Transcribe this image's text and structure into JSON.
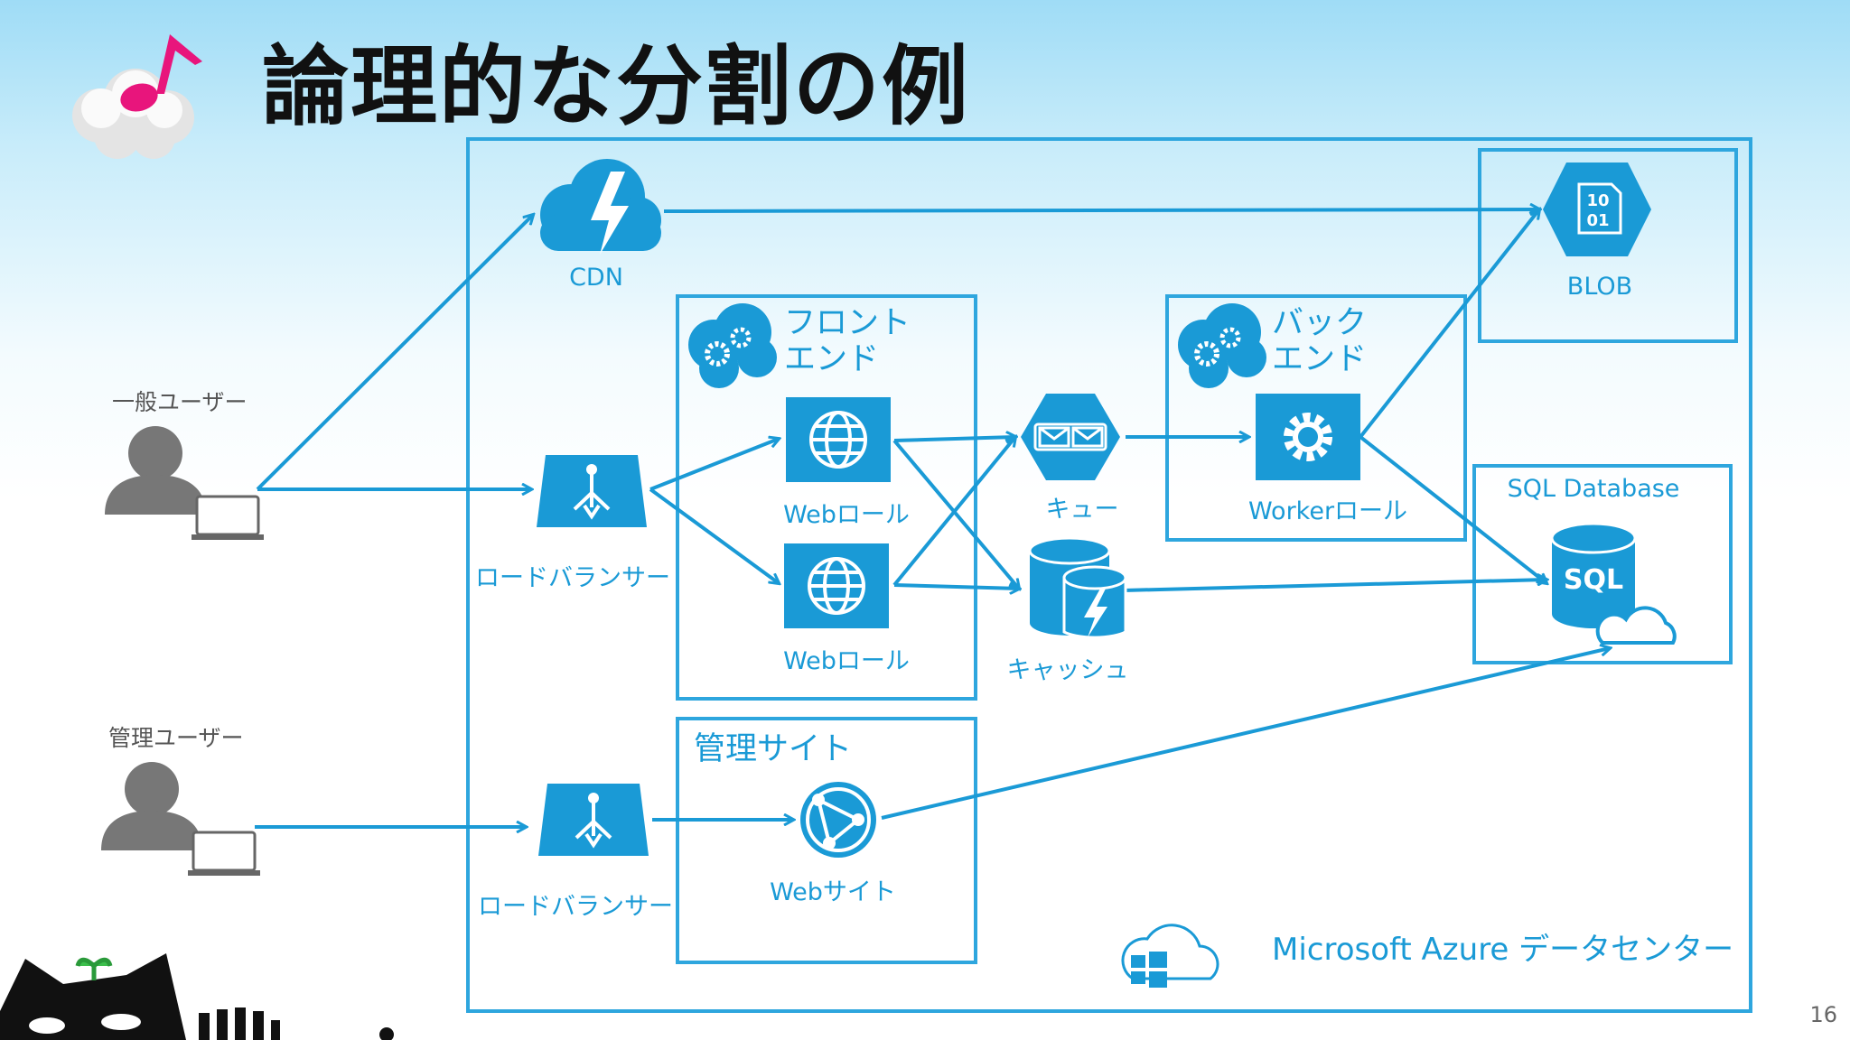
{
  "slide": {
    "title": "論理的な分割の例",
    "page_number": "16"
  },
  "users": {
    "general": "一般ユーザー",
    "admin": "管理ユーザー"
  },
  "nodes": {
    "cdn": "CDN",
    "lb_top": "ロードバランサー",
    "lb_bottom": "ロードバランサー",
    "web_role_1": "Webロール",
    "web_role_2": "Webロール",
    "queue": "キュー",
    "cache": "キャッシュ",
    "worker_role": "Workerロール",
    "blob": "BLOB",
    "blob_icon_text_1": "10",
    "blob_icon_text_2": "01",
    "sql_icon_text": "SQL",
    "web_site": "Webサイト"
  },
  "groups": {
    "frontend_line1": "フロント",
    "frontend_line2": "エンド",
    "backend_line1": "バック",
    "backend_line2": "エンド",
    "admin_site": "管理サイト",
    "sql_database": "SQL Database",
    "datacenter": "Microsoft Azure データセンター"
  },
  "colors": {
    "azure_blue": "#1a9ad6",
    "box_stroke": "#2ea6de",
    "user_gray": "#777777"
  }
}
